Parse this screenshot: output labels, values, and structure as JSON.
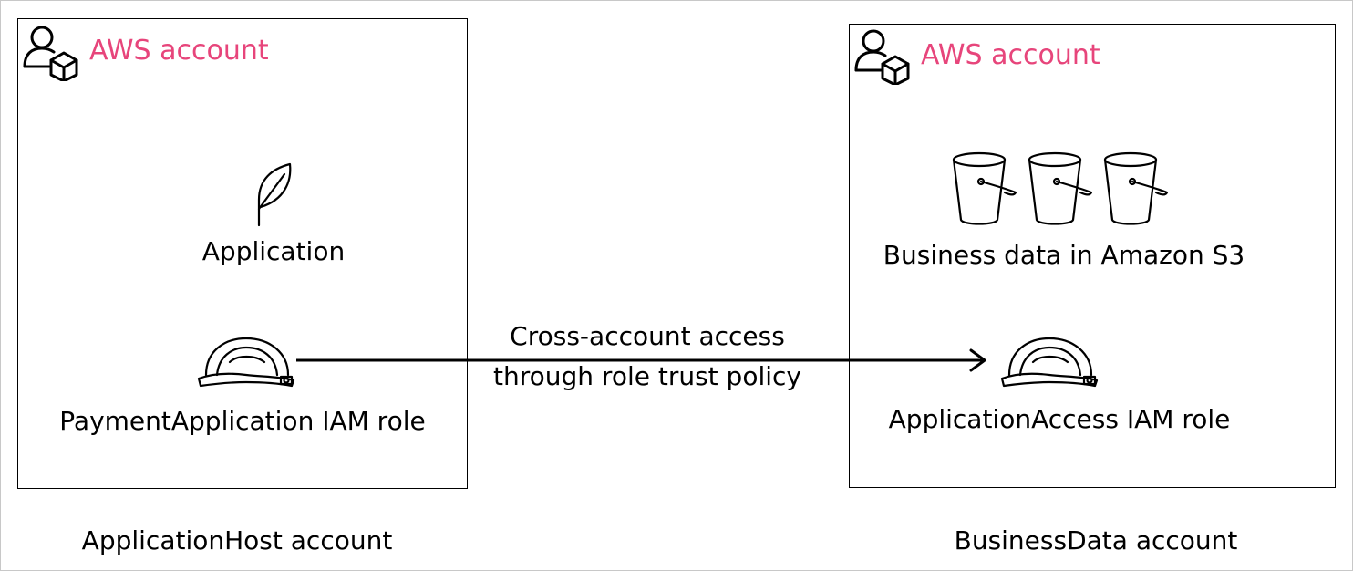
{
  "colors": {
    "accent": "#e7457b",
    "line": "#000000"
  },
  "left_account": {
    "header": "AWS account",
    "header_icon": "aws-account-icon",
    "application": {
      "icon": "leaf-icon",
      "label": "Application"
    },
    "role": {
      "icon": "iam-role-helmet-icon",
      "label": "PaymentApplication IAM role"
    },
    "caption": "ApplicationHost account"
  },
  "right_account": {
    "header": "AWS account",
    "header_icon": "aws-account-icon",
    "storage": {
      "icon": "s3-bucket-icon",
      "label": "Business data in Amazon S3"
    },
    "role": {
      "icon": "iam-role-helmet-icon",
      "label": "ApplicationAccess IAM role"
    },
    "caption": "BusinessData account"
  },
  "connector": {
    "line1": "Cross-account access",
    "line2": "through role trust policy"
  }
}
